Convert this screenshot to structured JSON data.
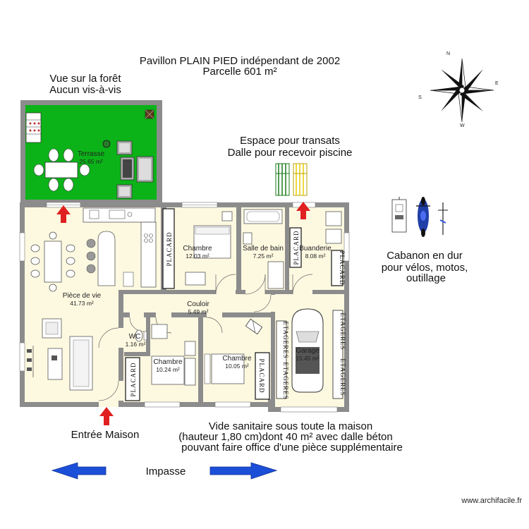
{
  "header": {
    "line1": "Pavillon PLAIN PIED indépendant de 2002",
    "line2": "Parcelle 601 m²"
  },
  "forest_note": {
    "line1": "Vue sur la forêt",
    "line2": "Aucun vis-à-vis"
  },
  "transats_note": {
    "line1": "Espace pour transats",
    "line2": "Dalle pour recevoir piscine"
  },
  "cabanon_note": {
    "line1": "Cabanon en dur",
    "line2": "pour vélos, motos,",
    "line3": "outillage"
  },
  "entrance_label": "Entrée Maison",
  "crawlspace_note": {
    "line1": "Vide sanitaire sous toute la maison",
    "line2": "(hauteur 1,80 cm)dont 40 m² avec dalle béton",
    "line3": "pouvant faire office d'une pièce supplémentaire"
  },
  "street_label": "Impasse",
  "watermark": "www.archifacile.fr",
  "placard_label": "PLACARD",
  "garage_shelf_label": "ETAGERES",
  "compass": {
    "n": "N",
    "s": "S",
    "e": "E",
    "w": "W"
  },
  "rooms": [
    {
      "id": "terrasse",
      "name": "Terrasse",
      "area": "25.65 m²"
    },
    {
      "id": "chambre1",
      "name": "Chambre",
      "area": "12.03 m²"
    },
    {
      "id": "sdb",
      "name": "Salle de bain",
      "area": "7.25 m²"
    },
    {
      "id": "buanderie",
      "name": "Buanderie",
      "area": "8.08 m²"
    },
    {
      "id": "piece-de-vie",
      "name": "Pièce de vie",
      "area": "41.73 m²"
    },
    {
      "id": "couloir",
      "name": "Couloir",
      "area": "5.49 m²"
    },
    {
      "id": "wc",
      "name": "WC",
      "area": "1.16 m²"
    },
    {
      "id": "chambre2",
      "name": "Chambre",
      "area": "10.24 m²"
    },
    {
      "id": "chambre3",
      "name": "Chambre",
      "area": "10.05 m²"
    },
    {
      "id": "garage",
      "name": "Garage",
      "area": "15.45 m²"
    }
  ],
  "colors": {
    "lawn": "#0bb318",
    "floor": "#fdf9e1",
    "wall": "#8c8c8c",
    "arrow_red": "#e02020",
    "arrow_blue": "#1c4fd8"
  }
}
